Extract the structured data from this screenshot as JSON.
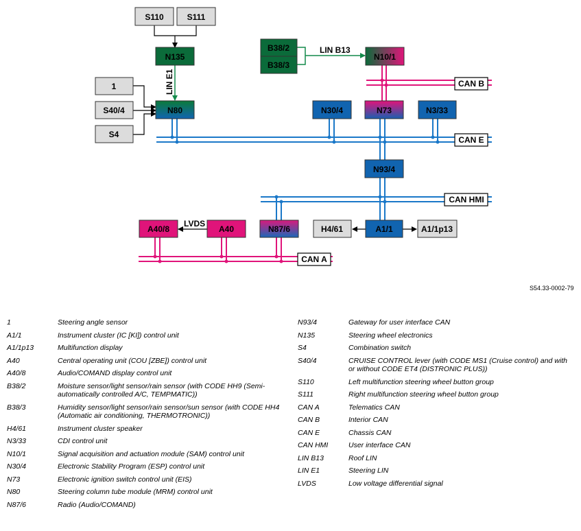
{
  "diagram": {
    "boxes": {
      "s110": "S110",
      "s111": "S111",
      "n135": "N135",
      "b38_2": "B38/2",
      "b38_3": "B38/3",
      "n10_1": "N10/1",
      "c1": "1",
      "s40_4": "S40/4",
      "s4": "S4",
      "n80": "N80",
      "n30_4": "N30/4",
      "n73": "N73",
      "n3_33": "N3/33",
      "n93_4": "N93/4",
      "a40_8": "A40/8",
      "a40": "A40",
      "n87_6": "N87/6",
      "h4_61": "H4/61",
      "a1_1": "A1/1",
      "a1_1p13": "A1/1p13"
    },
    "bus_labels": {
      "can_b": "CAN B",
      "can_e": "CAN E",
      "can_hmi": "CAN HMI",
      "can_a": "CAN A",
      "lin_b13": "LIN B13",
      "lin_e1": "LIN E1",
      "lvds": "LVDS"
    },
    "colors": {
      "green": "#0a6b3a",
      "blue": "#1164b0",
      "pink": "#e0147a",
      "gray": "#dcdcdc",
      "line_blue": "#1a78c8",
      "line_pink": "#e0147a",
      "line_green": "#128a4a"
    }
  },
  "ref_code": "S54.33-0002-79",
  "legend_left": [
    {
      "code": "1",
      "desc": "Steering angle sensor"
    },
    {
      "code": "A1/1",
      "desc": "Instrument cluster (IC [KI]) control unit"
    },
    {
      "code": "A1/1p13",
      "desc": "Multifunction display"
    },
    {
      "code": "A40",
      "desc": "Central operating unit (COU [ZBE]) control unit"
    },
    {
      "code": "A40/8",
      "desc": "Audio/COMAND display control unit"
    },
    {
      "code": "B38/2",
      "desc": "Moisture sensor/light sensor/rain sensor (with CODE HH9 (Semi-automatically controlled A/C, TEMPMATIC))"
    },
    {
      "code": "B38/3",
      "desc": "Humidity sensor/light sensor/rain sensor/sun sensor (with CODE HH4 (Automatic air conditioning, THERMOTRONIC))"
    },
    {
      "code": "H4/61",
      "desc": "Instrument cluster speaker"
    },
    {
      "code": "N3/33",
      "desc": "CDI control unit"
    },
    {
      "code": "N10/1",
      "desc": "Signal acquisition and actuation module (SAM) control unit"
    },
    {
      "code": "N30/4",
      "desc": "Electronic Stability Program (ESP) control unit"
    },
    {
      "code": "N73",
      "desc": "Electronic ignition switch control unit (EIS)"
    },
    {
      "code": "N80",
      "desc": "Steering column tube module (MRM) control unit"
    },
    {
      "code": "N87/6",
      "desc": "Radio (Audio/COMAND)"
    }
  ],
  "legend_right": [
    {
      "code": "N93/4",
      "desc": "Gateway for user interface CAN"
    },
    {
      "code": "N135",
      "desc": "Steering wheel electronics"
    },
    {
      "code": "S4",
      "desc": "Combination switch"
    },
    {
      "code": "S40/4",
      "desc": "CRUISE CONTROL lever (with CODE MS1 (Cruise control) and with or without CODE ET4 (DISTRONIC PLUS))"
    },
    {
      "code": "S110",
      "desc": "Left multifunction steering wheel button group"
    },
    {
      "code": "S111",
      "desc": "Right multifunction steering wheel button group"
    },
    {
      "code": "CAN A",
      "desc": "Telematics CAN"
    },
    {
      "code": "CAN B",
      "desc": "Interior CAN"
    },
    {
      "code": "CAN E",
      "desc": "Chassis CAN"
    },
    {
      "code": "CAN HMI",
      "desc": "User interface CAN"
    },
    {
      "code": "LIN B13",
      "desc": "Roof LIN"
    },
    {
      "code": "LIN E1",
      "desc": "Steering LIN"
    },
    {
      "code": "LVDS",
      "desc": "Low voltage differential signal"
    }
  ]
}
